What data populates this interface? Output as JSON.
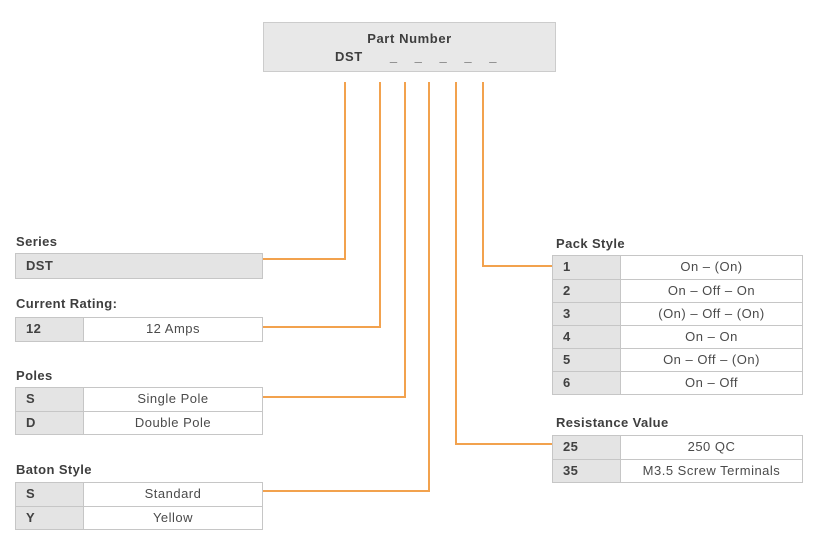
{
  "part_number": {
    "title": "Part Number",
    "prefix": "DST",
    "blanks": [
      "_",
      "_",
      "_",
      "_",
      "_"
    ]
  },
  "tables": {
    "series": {
      "label": "Series",
      "rows": [
        {
          "code": "DST"
        }
      ]
    },
    "current_rating": {
      "label": "Current Rating:",
      "rows": [
        {
          "code": "12",
          "value": "12 Amps"
        }
      ]
    },
    "poles": {
      "label": "Poles",
      "rows": [
        {
          "code": "S",
          "value": "Single Pole"
        },
        {
          "code": "D",
          "value": "Double Pole"
        }
      ]
    },
    "baton_style": {
      "label": "Baton Style",
      "rows": [
        {
          "code": "S",
          "value": "Standard"
        },
        {
          "code": "Y",
          "value": "Yellow"
        }
      ]
    },
    "pack_style": {
      "label": "Pack Style",
      "rows": [
        {
          "code": "1",
          "value": "On – (On)"
        },
        {
          "code": "2",
          "value": "On – Off – On"
        },
        {
          "code": "3",
          "value": "(On) – Off – (On)"
        },
        {
          "code": "4",
          "value": "On – On"
        },
        {
          "code": "5",
          "value": "On – Off – (On)"
        },
        {
          "code": "6",
          "value": "On – Off"
        }
      ]
    },
    "resistance_value": {
      "label": "Resistance Value",
      "rows": [
        {
          "code": "25",
          "value": "250 QC"
        },
        {
          "code": "35",
          "value": "M3.5 Screw Terminals"
        }
      ]
    }
  },
  "colors": {
    "accent_line": "#f2a24e",
    "cell_gray": "#e4e4e4",
    "box_gray": "#e8e8e8",
    "border_gray": "#c6c6c6",
    "text_dark": "#3e3e3e"
  }
}
